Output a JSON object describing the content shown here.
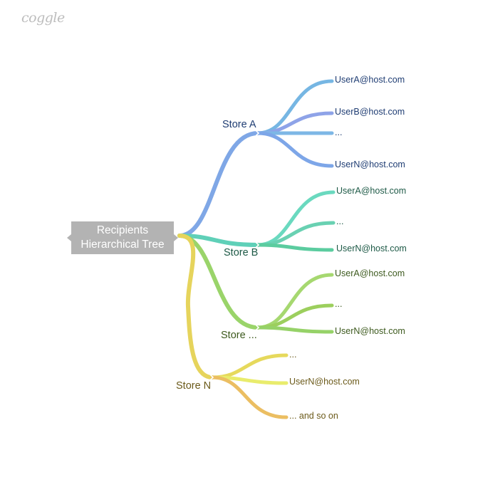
{
  "brand": {
    "logo_text": "coggle"
  },
  "root": {
    "line1": "Recipients",
    "line2": "Hierarchical Tree"
  },
  "stores": [
    {
      "label": "Store A",
      "color": "#7fa7e6",
      "text_color": "#1f3d73",
      "leaves": [
        {
          "label": "UserA@host.com",
          "color": "#76b6e3"
        },
        {
          "label": "UserB@host.com",
          "color": "#8ea3e8"
        },
        {
          "label": "...",
          "color": "#7db7e6"
        },
        {
          "label": "UserN@host.com",
          "color": "#7da6e8"
        }
      ]
    },
    {
      "label": "Store B",
      "color": "#5fd0b8",
      "text_color": "#1e5a47",
      "leaves": [
        {
          "label": "UserA@host.com",
          "color": "#6ad9bf"
        },
        {
          "label": "...",
          "color": "#69d1b2"
        },
        {
          "label": "UserN@host.com",
          "color": "#5bcc9f"
        }
      ]
    },
    {
      "label": "Store ...",
      "color": "#9ad46a",
      "text_color": "#3d5a1e",
      "leaves": [
        {
          "label": "UserA@host.com",
          "color": "#a6d870"
        },
        {
          "label": "...",
          "color": "#9ccf5d"
        },
        {
          "label": "UserN@host.com",
          "color": "#96d268"
        }
      ]
    },
    {
      "label": "Store N",
      "color": "#e6d45c",
      "text_color": "#6b5a1a",
      "leaves": [
        {
          "label": "...",
          "color": "#e6d95c"
        },
        {
          "label": "UserN@host.com",
          "color": "#e9ec6c"
        },
        {
          "label": "... and so on",
          "color": "#ebbe62"
        }
      ]
    }
  ]
}
